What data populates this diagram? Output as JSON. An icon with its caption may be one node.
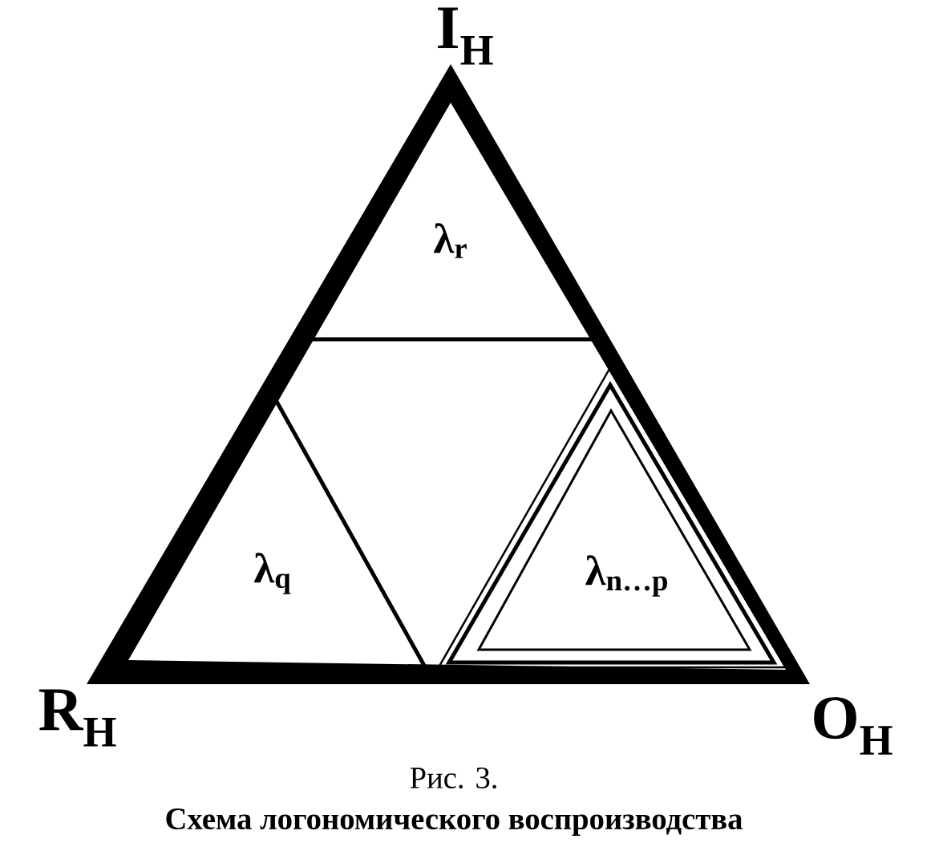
{
  "diagram": {
    "title": "Схема логономического воспроизводства",
    "caption": "Рис. 3.",
    "nodes": [
      {
        "text": [],
        "shape": "triangle"
      },
      {
        "text": [
          "λ$_{r}$"
        ],
        "in": 0
      },
      {
        "text": [
          "λ$_{q}$"
        ],
        "in": 0
      },
      {
        "text": [
          "λ$_{n…p}$"
        ],
        "in": 0
      }
    ],
    "labels": [
      "I$_{H}$",
      "R$_{H}$",
      "O$_{H}$"
    ]
  }
}
